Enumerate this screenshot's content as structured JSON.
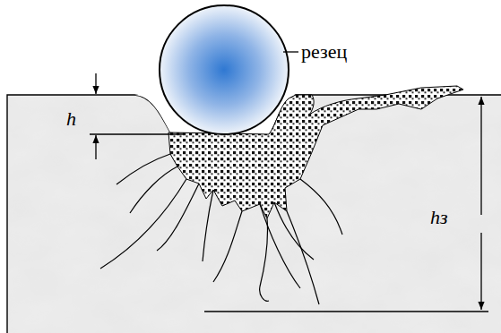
{
  "diagram": {
    "labels": [
      "резец",
      "h",
      "hз"
    ]
  }
}
